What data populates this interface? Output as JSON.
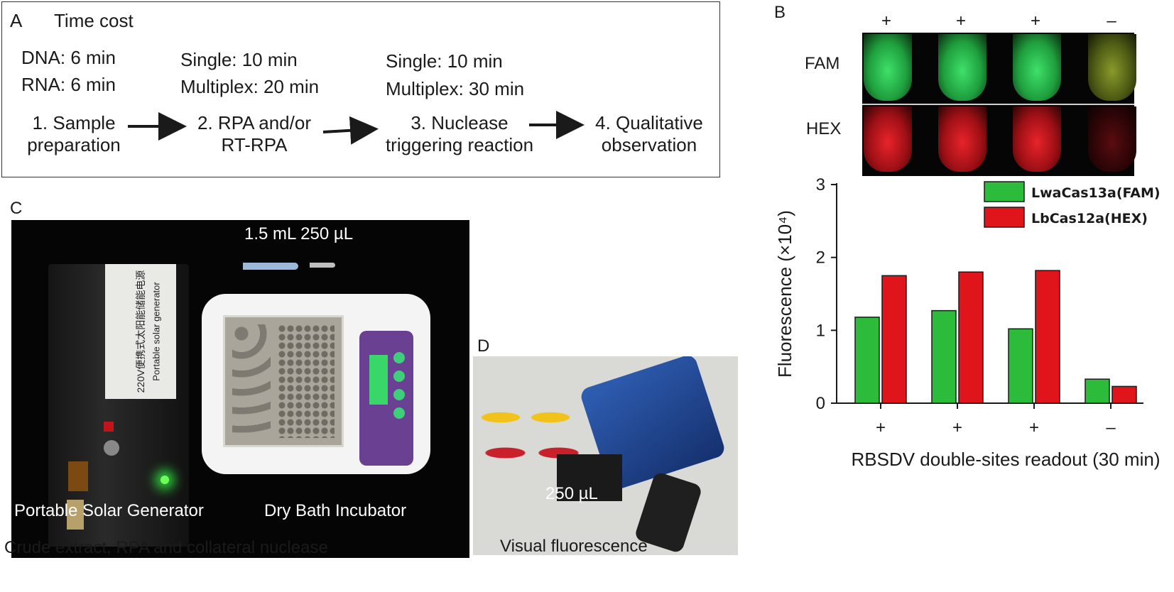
{
  "panel_a": {
    "letter": "A",
    "title": "Time cost",
    "times": {
      "sample_dna": "DNA: 6 min",
      "sample_rna": "RNA: 6 min",
      "rpa_single": "Single: 10 min",
      "rpa_multiplex": "Multiplex: 20   min",
      "nuclease_single": "Single: 10 min",
      "nuclease_multiplex": "Multiplex: 30   min"
    },
    "steps": [
      {
        "line1": "1. Sample",
        "line2": "preparation"
      },
      {
        "line1": "2. RPA and/or",
        "line2": "RT-RPA"
      },
      {
        "line1": "3. Nuclease",
        "line2": "triggering reaction"
      },
      {
        "line1": "4. Qualitative",
        "line2": "observation"
      }
    ]
  },
  "panel_b": {
    "letter": "B",
    "signs": [
      "+",
      "+",
      "+",
      "–"
    ],
    "channels": [
      "FAM",
      "HEX"
    ],
    "colors": {
      "fam": "#2dbb3c",
      "hex": "#e0151b"
    }
  },
  "panel_c": {
    "letter": "C",
    "tube_labels": "1.5 mL  250 µL",
    "left_label": "Portable Solar Generator",
    "right_label": "Dry Bath Incubator",
    "caption": "Crude extract, RPA and collateral nuclease",
    "solar_text": "220V便携式太阳能储能电源",
    "solar_text_en": "Portable solar generator",
    "incubator_brand": "Dry Bath Incubator"
  },
  "panel_d": {
    "letter": "D",
    "tube_label": "250 µL",
    "caption": "Visual fluorescence"
  },
  "chart_data": {
    "type": "bar",
    "categories": [
      "+",
      "+",
      "+",
      "–"
    ],
    "series": [
      {
        "name": "LwaCas13a(FAM)",
        "values": [
          1.18,
          1.27,
          1.02,
          0.33
        ],
        "color": "#2dbb3c"
      },
      {
        "name": "LbCas12a(HEX)",
        "values": [
          1.75,
          1.8,
          1.82,
          0.23
        ],
        "color": "#e0151b"
      }
    ],
    "ylabel": "Fluorescence (×10⁴)",
    "xlabel": "RBSDV double-sites readout (30 min)",
    "ylim": [
      0,
      3
    ],
    "yticks": [
      0,
      1,
      2,
      3
    ],
    "legend": "top-right"
  }
}
